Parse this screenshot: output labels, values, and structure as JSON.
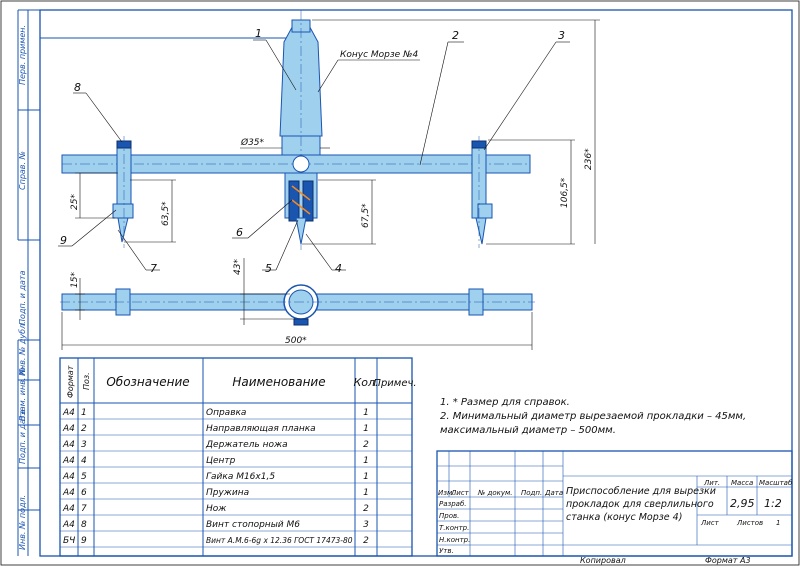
{
  "drawing": {
    "labels": {
      "cone": "Конус Морзе №4",
      "d35": "Ø35*",
      "dim_25": "25*",
      "dim_635": "63,5*",
      "dim_675": "67,5*",
      "dim_1065": "106,5*",
      "dim_236": "236*",
      "dim_15": "15*",
      "dim_43": "43*",
      "dim_500": "500*"
    },
    "callouts": [
      "1",
      "2",
      "3",
      "4",
      "5",
      "6",
      "7",
      "8",
      "9"
    ]
  },
  "side_labels": [
    "Перв. примен.",
    "Справ. №",
    "Подп. и дата",
    "Инв. № дубл.",
    "Взам. инв. №",
    "Подп. и дата",
    "Инв. № подл."
  ],
  "spec": {
    "headers": [
      "Формат",
      "Поз.",
      "Обозначение",
      "Наименование",
      "Кол.",
      "Примеч."
    ],
    "rows": [
      {
        "fmt": "А4",
        "pos": "1",
        "name": "Оправка",
        "qty": "1"
      },
      {
        "fmt": "А4",
        "pos": "2",
        "name": "Направляющая планка",
        "qty": "1"
      },
      {
        "fmt": "А4",
        "pos": "3",
        "name": "Держатель ножа",
        "qty": "2"
      },
      {
        "fmt": "А4",
        "pos": "4",
        "name": "Центр",
        "qty": "1"
      },
      {
        "fmt": "А4",
        "pos": "5",
        "name": "Гайка М16х1,5",
        "qty": "1"
      },
      {
        "fmt": "А4",
        "pos": "6",
        "name": "Пружина",
        "qty": "1"
      },
      {
        "fmt": "А4",
        "pos": "7",
        "name": "Нож",
        "qty": "2"
      },
      {
        "fmt": "А4",
        "pos": "8",
        "name": "Винт стопорный М6",
        "qty": "3"
      },
      {
        "fmt": "БЧ",
        "pos": "9",
        "name": "Винт А.М.6-6g x 12.36 ГОСТ 17473-80",
        "qty": "2"
      }
    ]
  },
  "notes": [
    "1. * Размер для справок.",
    "2. Минимальный диаметр вырезаемой прокладки – 45мм,",
    "максимальный диаметр – 500мм."
  ],
  "title_block": {
    "title": [
      "Приспособление для вырезки",
      "прокладок для сверлильного",
      "станка (конус Морзе 4)"
    ],
    "col_headers": [
      "Лит.",
      "Масса",
      "Масштаб"
    ],
    "mass": "2,95",
    "scale": "1:2",
    "sheet_label": "Лист",
    "sheets_label": "Листов",
    "sheets_value": "1",
    "row_labels": [
      "Изм.",
      "Лист",
      "№ докум.",
      "Подп.",
      "Дата"
    ],
    "people": [
      "Разраб.",
      "Пров.",
      "Т.контр.",
      "Н.контр.",
      "Утв."
    ],
    "copied": "Копировал",
    "format": "Формат А3"
  }
}
